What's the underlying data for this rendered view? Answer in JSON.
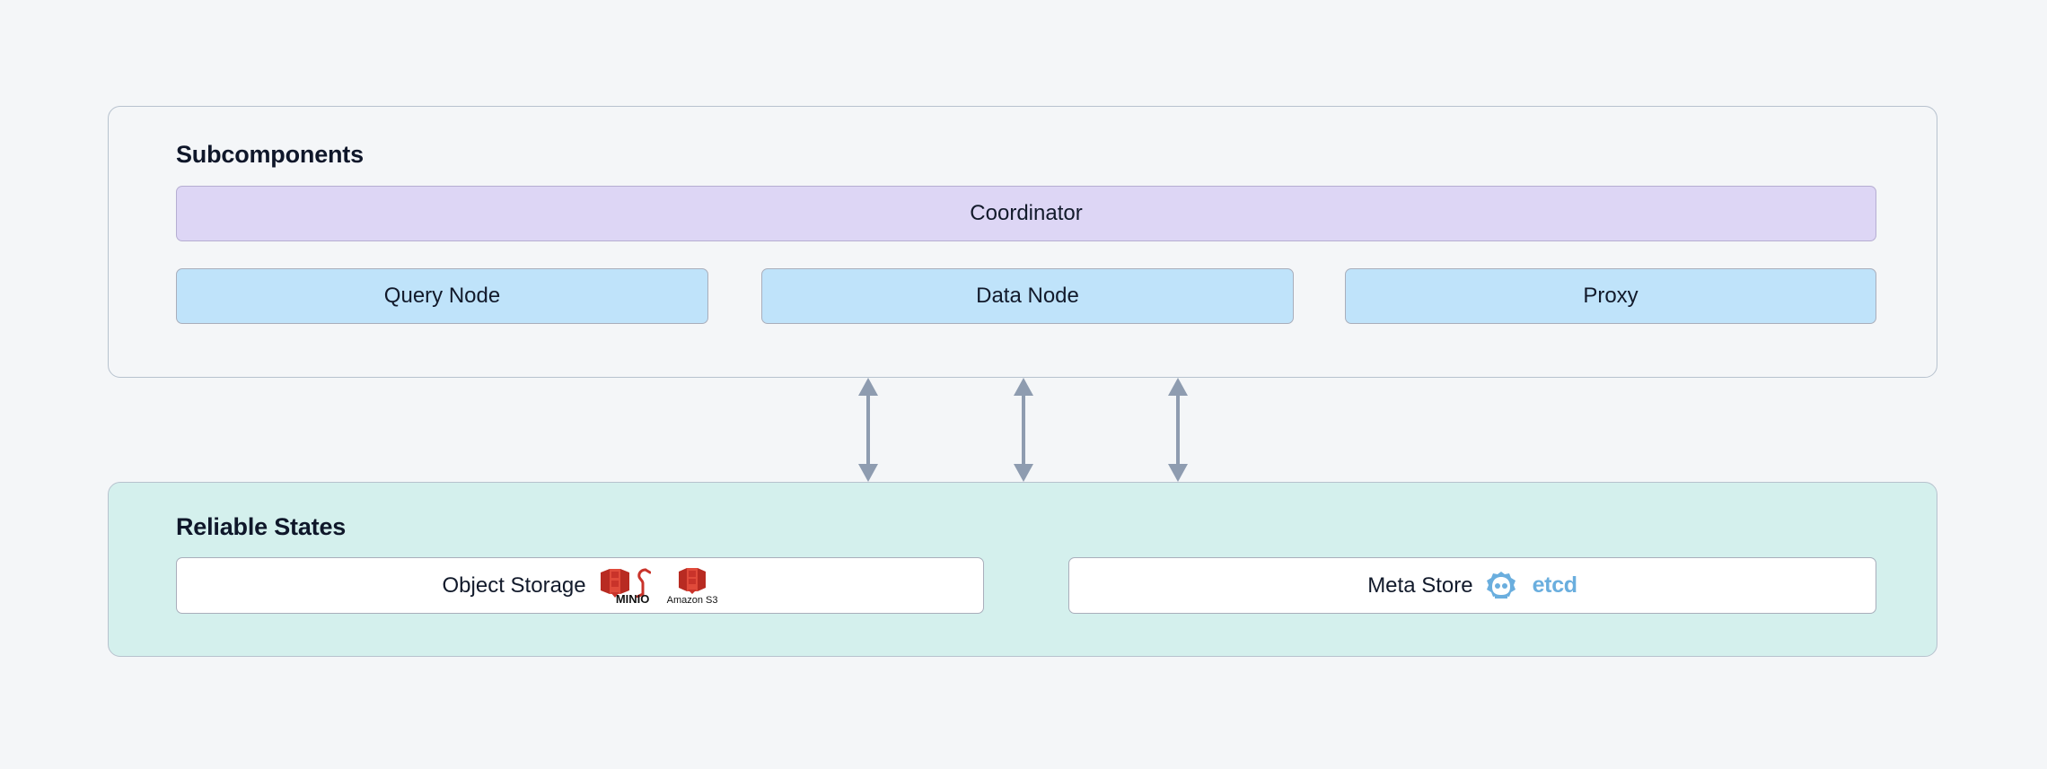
{
  "diagram": {
    "background": "#f4f6f8",
    "panels": [
      {
        "id": "subcomponents",
        "title": "Subcomponents",
        "background": "#f4f6f8",
        "border_color": "#b7c2ce",
        "boxes": [
          {
            "label": "Coordinator",
            "color": "#ddd6f5"
          },
          {
            "label": "Query Node",
            "color": "#bfe3fa"
          },
          {
            "label": "Data Node",
            "color": "#bfe3fa"
          },
          {
            "label": "Proxy",
            "color": "#bfe3fa"
          }
        ]
      },
      {
        "id": "reliable-states",
        "title": "Reliable States",
        "background": "#d4f0ed",
        "border_color": "#b7c2ce",
        "boxes": [
          {
            "label": "Object Storage",
            "color": "#ffffff",
            "logos": [
              {
                "name": "minio-logo",
                "caption": "MINIO",
                "color": "#c9332a"
              },
              {
                "name": "amazon-s3-logo",
                "caption": "Amazon S3",
                "color": "#c9332a"
              }
            ]
          },
          {
            "label": "Meta Store",
            "color": "#ffffff",
            "logos": [
              {
                "name": "etcd-logo",
                "caption": "etcd",
                "color": "#6aaede"
              }
            ]
          }
        ]
      }
    ],
    "connectors": {
      "name": "bidirectional-arrow",
      "count": 3,
      "color": "#8e9cb0",
      "direction": "both"
    }
  }
}
